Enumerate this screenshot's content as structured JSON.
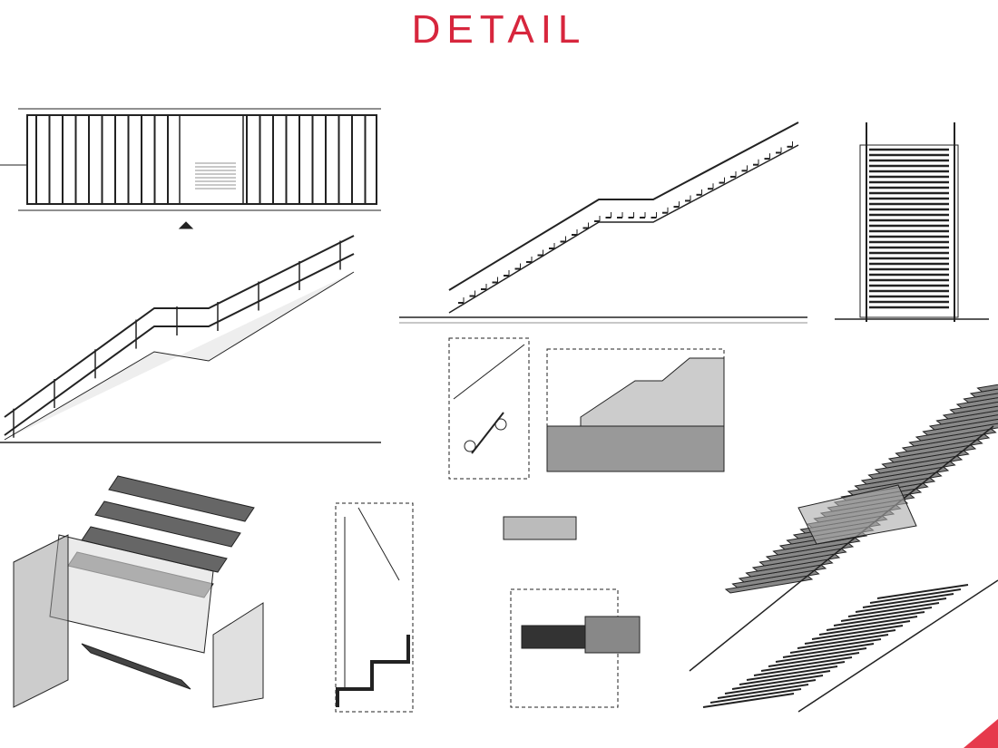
{
  "slide": {
    "title": "DETAIL",
    "accent_color": "#d7263d",
    "corner_color": "#e63a4c"
  },
  "drawings": [
    "stair-plan",
    "stair-elevation-long",
    "stair-section",
    "stair-front-elevation",
    "handrail-detail",
    "step-section-detail",
    "exploded-isometric-steps",
    "glass-railing-detail",
    "small-anchor-detail",
    "landing-section-detail",
    "structural-isometric"
  ]
}
